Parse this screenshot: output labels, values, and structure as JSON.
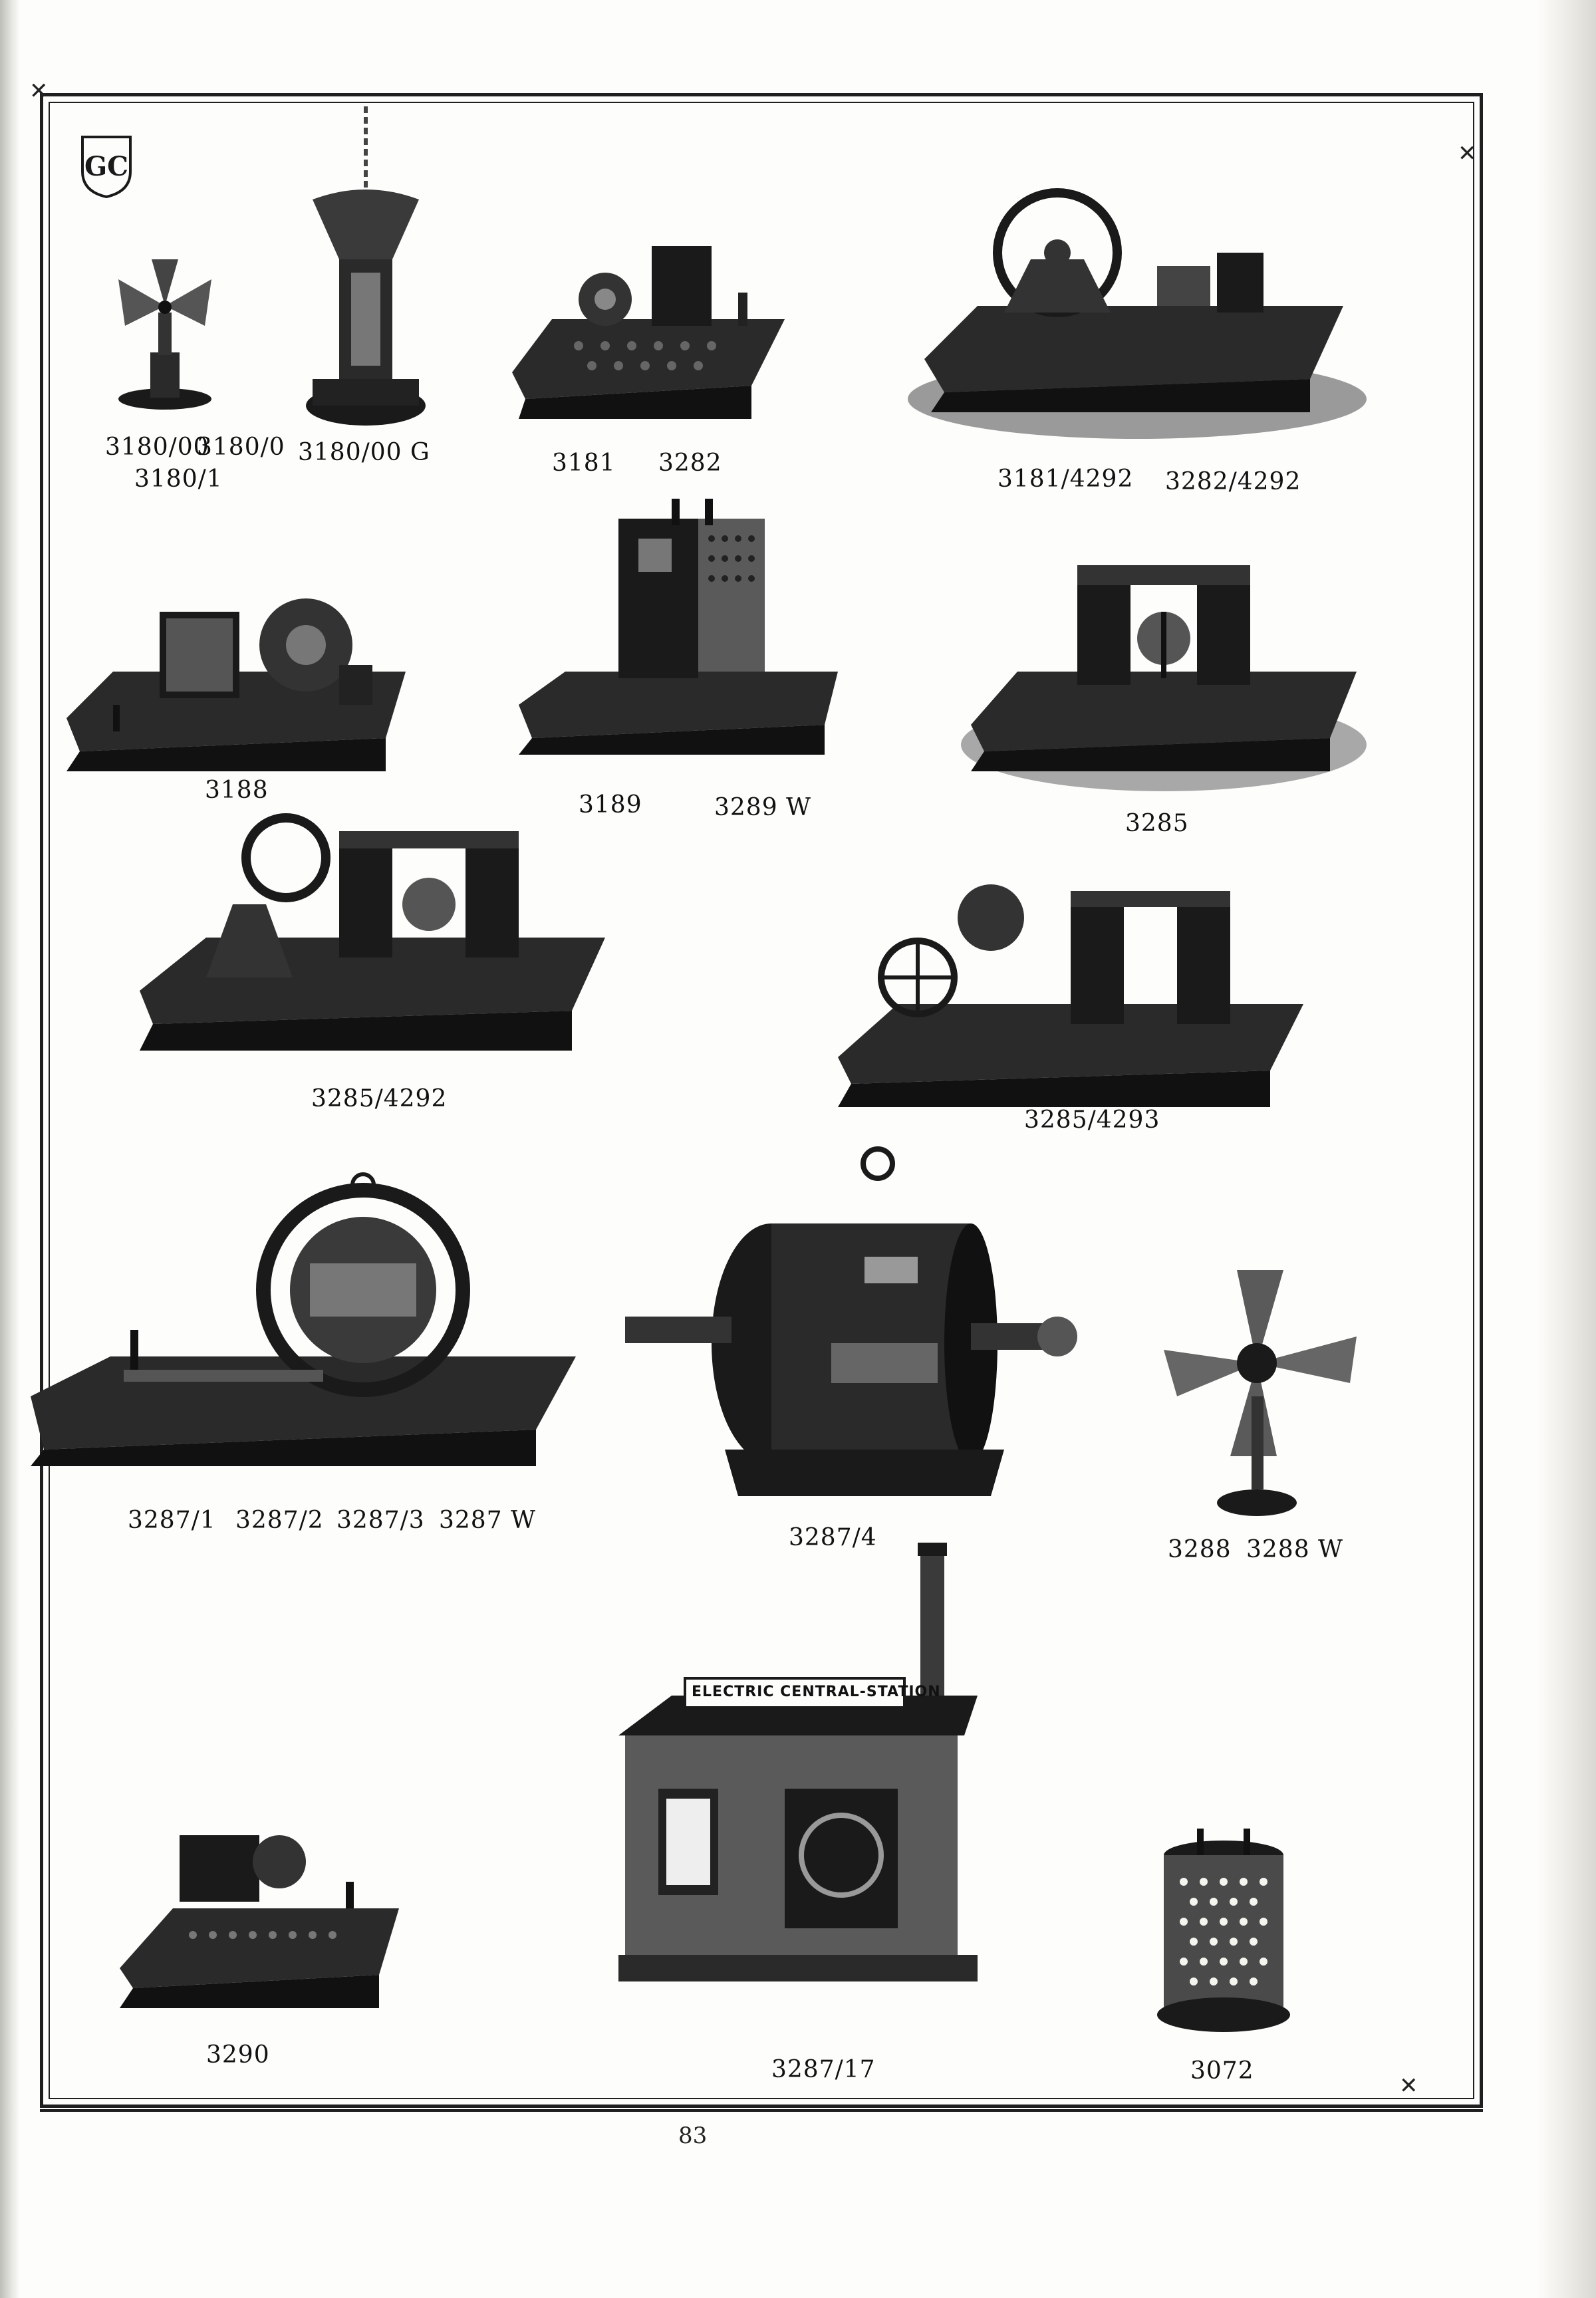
{
  "page": {
    "page_number": "83",
    "maker_mark": "GC monogram shield",
    "ink_color": "#1a1a1a",
    "paper_color": "#fdfdfb"
  },
  "items": [
    {
      "id": "3180-00",
      "labels": [
        "3180/00",
        "3180/0",
        "3180/1"
      ],
      "depicts": "small propeller fan on round base"
    },
    {
      "id": "3180-00G",
      "labels": [
        "3180/00 G"
      ],
      "depicts": "fountain / pump on round base"
    },
    {
      "id": "3181",
      "labels": [
        "3181",
        "3282"
      ],
      "depicts": "small motor with coil on perforated base"
    },
    {
      "id": "3181-4292",
      "labels": [
        "3181/4292",
        "3282/4292"
      ],
      "depicts": "motor driving flywheel on large base"
    },
    {
      "id": "3188",
      "labels": [
        "3188"
      ],
      "depicts": "motor with coil and pulley wheel on board"
    },
    {
      "id": "3189",
      "labels": [
        "3189",
        "3289 W"
      ],
      "depicts": "upright dynamo on ornate base"
    },
    {
      "id": "3285",
      "labels": [
        "3285"
      ],
      "depicts": "twin coil motor with frame on base"
    },
    {
      "id": "3285-4292",
      "labels": [
        "3285/4292"
      ],
      "depicts": "twin coil motor with flywheel on large base"
    },
    {
      "id": "3285-4293",
      "labels": [
        "3285/4293"
      ],
      "depicts": "twin coil motor with spoked wheels on large base"
    },
    {
      "id": "3287-1",
      "labels": [
        "3287/1",
        "3287/2",
        "3287/3",
        "3287 W"
      ],
      "depicts": "ring armature motor with rail on base"
    },
    {
      "id": "3287-4",
      "labels": [
        "3287/4"
      ],
      "depicts": "large dynamo with shaft and pulleys"
    },
    {
      "id": "3288",
      "labels": [
        "3288",
        "3288 W"
      ],
      "depicts": "desk fan with four blades"
    },
    {
      "id": "3290",
      "labels": [
        "3290"
      ],
      "depicts": "small motor on perforated base"
    },
    {
      "id": "3287-17",
      "labels": [
        "3287/17"
      ],
      "depicts": "brick power house with chimney",
      "sign": "ELECTRIC CENTRAL-STATION"
    },
    {
      "id": "3072",
      "labels": [
        "3072"
      ],
      "depicts": "perforated cylindrical battery cell"
    }
  ]
}
